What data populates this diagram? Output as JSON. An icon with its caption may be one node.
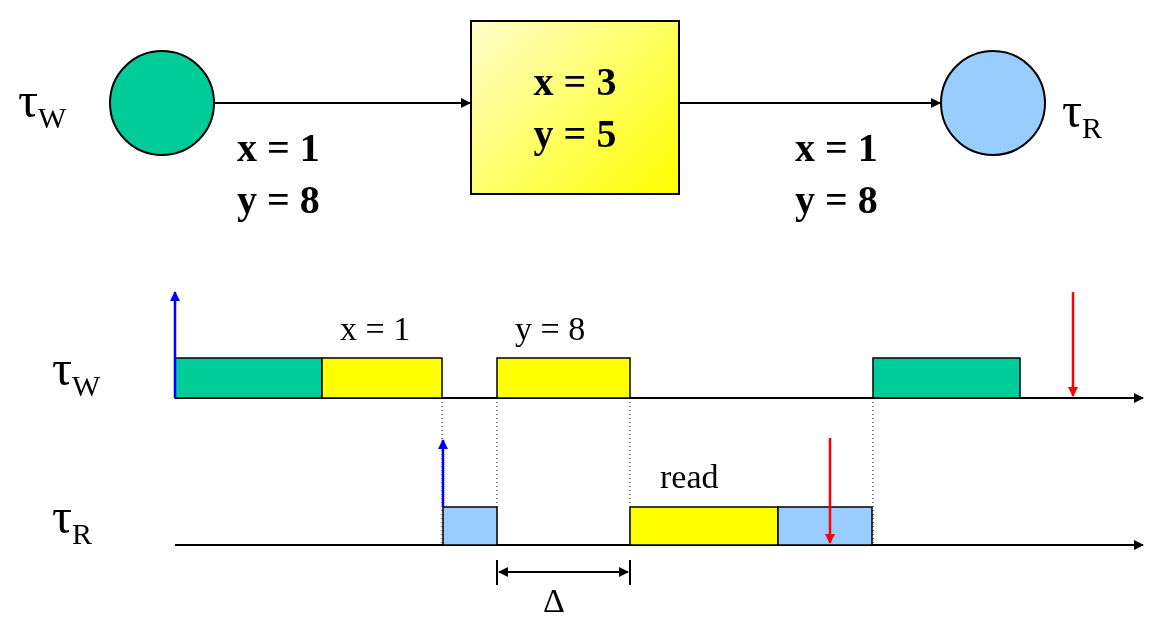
{
  "diagram": {
    "nodes": [
      {
        "text": [],
        "shape": "circle",
        "beside": [
          "τ$_{W}$"
        ]
      },
      {
        "text": [
          "x = 3",
          "y = 5"
        ]
      },
      {
        "text": [],
        "shape": "circle",
        "beside": [
          "τ$_{R}$"
        ]
      }
    ],
    "edges": [
      {
        "from": 0,
        "to": 1,
        "arrow": "to",
        "label": "x = 1 y = 8"
      },
      {
        "from": 1,
        "to": 2,
        "arrow": "to",
        "label": "x = 1 y = 8"
      }
    ],
    "labels": [
      "x = 1",
      "y = 8",
      "τ$_{W}$",
      "read",
      "τ$_{R}$",
      "Δ"
    ]
  }
}
